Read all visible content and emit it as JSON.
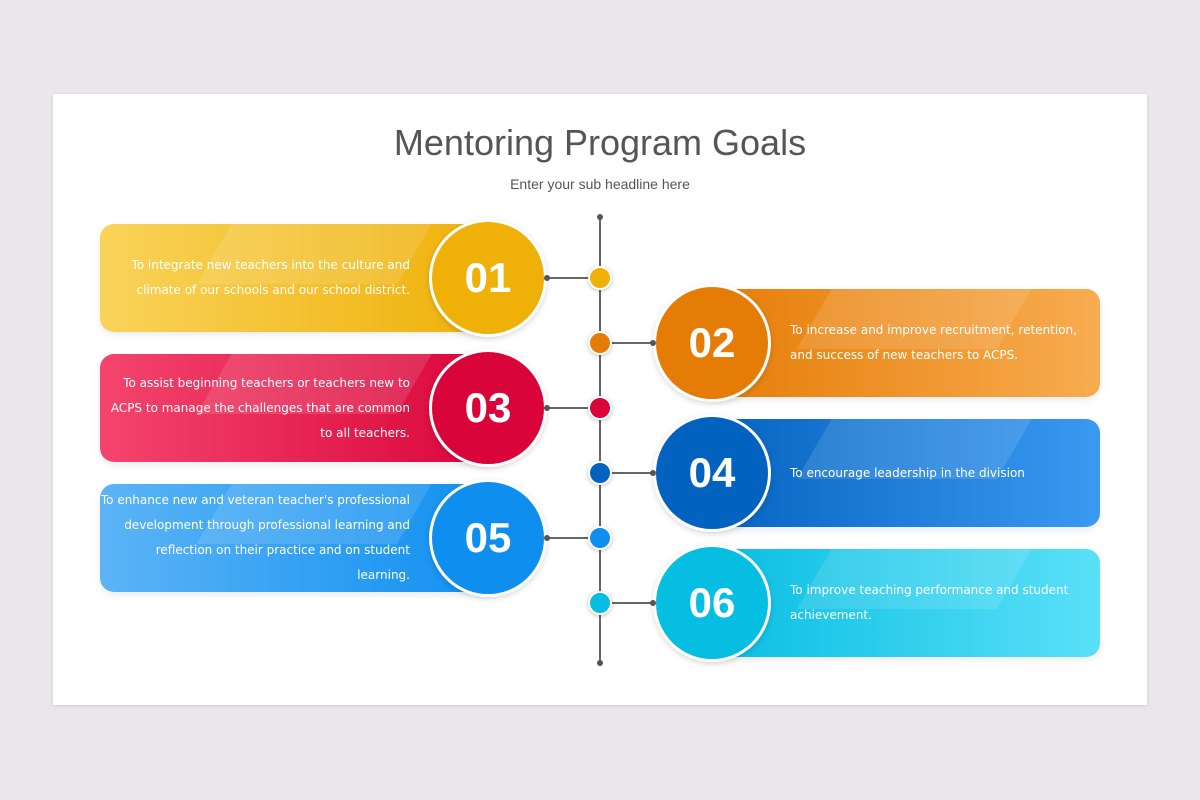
{
  "title": "Mentoring Program Goals",
  "subtitle": "Enter your sub headline here",
  "goals": [
    {
      "number": "01",
      "text": "To integrate new teachers into the culture and climate of our schools and our school district.",
      "color": "#efb008",
      "light": "#f9d35a",
      "side": "left"
    },
    {
      "number": "02",
      "text": "To increase and improve recruitment, retention, and success of new teachers to ACPS.",
      "color": "#e57c06",
      "light": "#f8ac50",
      "side": "right"
    },
    {
      "number": "03",
      "text": "To assist beginning teachers or teachers new to ACPS to manage the challenges that are common to all teachers.",
      "color": "#d9053a",
      "light": "#f4456e",
      "side": "left"
    },
    {
      "number": "04",
      "text": "To encourage leadership in the division",
      "color": "#0262bf",
      "light": "#3a9af2",
      "side": "right"
    },
    {
      "number": "05",
      "text": "To enhance new and veteran teacher's professional development through professional learning and reflection on their practice and on student learning.",
      "color": "#0e8ff0",
      "light": "#5cb4f6",
      "side": "left"
    },
    {
      "number": "06",
      "text": "To improve teaching performance and student achievement.",
      "color": "#06bde2",
      "light": "#5ae0f8",
      "side": "right"
    }
  ]
}
